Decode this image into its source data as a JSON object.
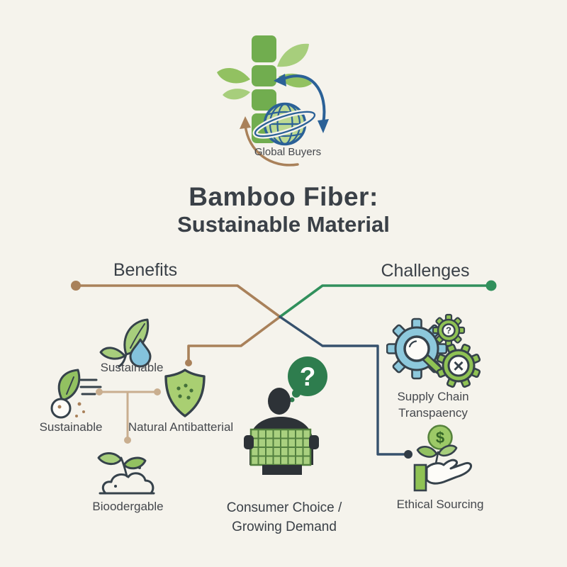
{
  "header": {
    "label": "Global Buyers"
  },
  "title": {
    "line1": "Bamboo Fiber:",
    "line2": "Sustainable Material"
  },
  "branches": {
    "benefits": {
      "label": "Benefits"
    },
    "challenges": {
      "label": "Challenges"
    }
  },
  "benefit_items": {
    "sustainable_top": {
      "label": "Sustainable",
      "icon": "leaf-waterdrop-icon"
    },
    "sustainable_left": {
      "label": "Sustainable",
      "icon": "leaf-decompose-icon"
    },
    "antibacterial": {
      "label": "Natural Antibatterial",
      "icon": "shield-dots-icon"
    },
    "biodegradable": {
      "label": "Bioodergable",
      "icon": "sprout-soil-icon"
    }
  },
  "center_item": {
    "line1": "Consumer Choice /",
    "line2": "Growing Demand",
    "icon": "person-fabric-question-icon"
  },
  "challenge_items": {
    "supply_chain": {
      "line1": "Supply Chain",
      "line2": "Transpaency",
      "icon": "gears-magnifier-icon"
    },
    "ethical_sourcing": {
      "label": "Ethical Sourcing",
      "icon": "hand-sprout-coin-icon"
    }
  },
  "glyphs": {
    "question_mark": "?",
    "dollar": "$",
    "cross": "×"
  },
  "colors": {
    "bg": "#f5f3ec",
    "ink": "#36424b",
    "text_dark": "#3a4047",
    "text_mid": "#45484d",
    "brown": "#a9815a",
    "green_line": "#31905c",
    "navy": "#36516d",
    "tan": "#c9ae8f",
    "dot_dark": "#313c46",
    "bamboo": "#71ad4f",
    "leaf_light": "#a7ce7c",
    "leaf_mid": "#92c161",
    "globe_blue": "#2b6197",
    "globe_fill": "#bcd993",
    "drop": "#84c2dc",
    "gear_blue": "#8dc8dc",
    "gear_green": "#8fc254",
    "coin": "#9cc967",
    "coin_edge": "#55823c",
    "coin_text": "#336426",
    "bubble": "#2e7d4e",
    "silhouette": "#2d3237",
    "fabric": "#a9d07f",
    "fabric_grid": "#53803f",
    "shield_fill": "#a9cf72",
    "shield_dots": "#44703a",
    "white": "#fdfcf8"
  }
}
